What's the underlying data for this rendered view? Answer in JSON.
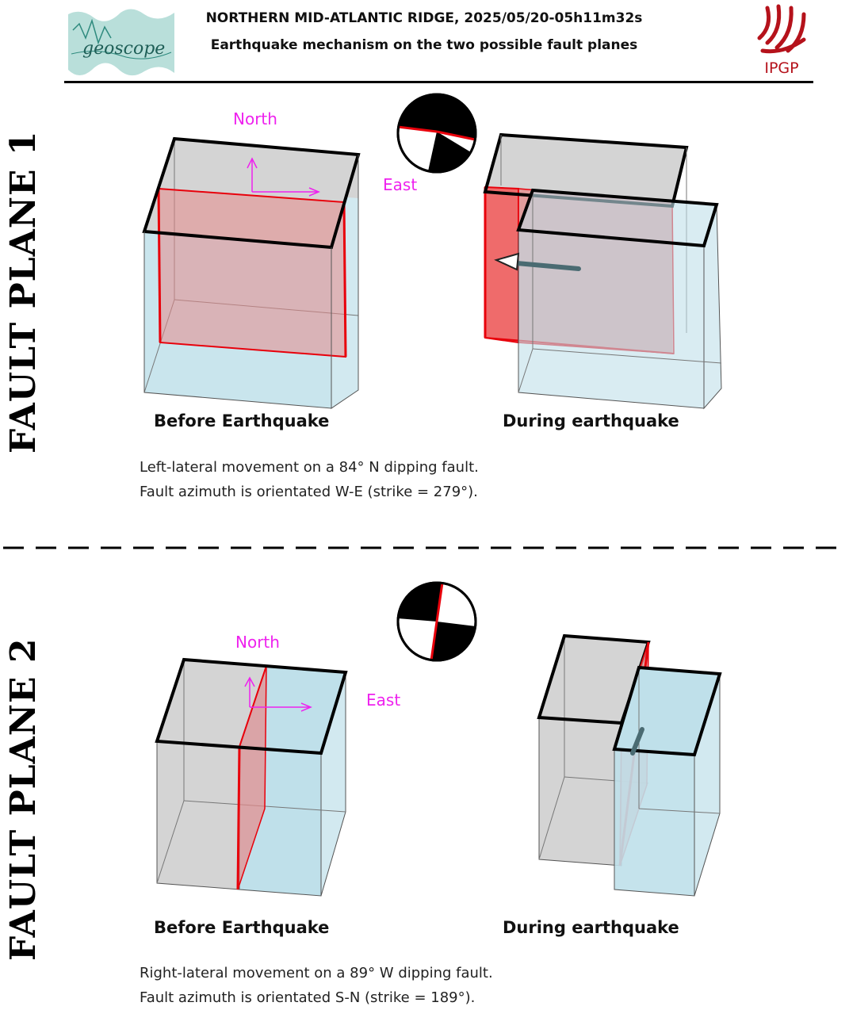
{
  "header": {
    "title_line1": "NORTHERN MID-ATLANTIC RIDGE, 2025/05/20-05h11m32s",
    "title_line2": "Earthquake mechanism on the two possible fault planes",
    "logo_left_text": "geoscope",
    "logo_right_text": "IPGP"
  },
  "colors": {
    "fault_red": "#e8000b",
    "fault_fill": "#e58a8a",
    "block_blue": "#bfe0ea",
    "block_grey": "#d4d4d4",
    "arrow_magenta": "#ee22ee",
    "geoscope_teal": "#4aa69a",
    "ipgp_red": "#b5121b"
  },
  "panels": [
    {
      "side_label": "FAULT PLANE 1",
      "north_label": "North",
      "east_label": "East",
      "before_label": "Before Earthquake",
      "during_label": "During earthquake",
      "description_line1": "Left-lateral movement on a 84° N dipping fault.",
      "description_line2": "Fault azimuth is orientated W-E (strike = 279°)."
    },
    {
      "side_label": "FAULT PLANE 2",
      "north_label": "North",
      "east_label": "East",
      "before_label": "Before Earthquake",
      "during_label": "During earthquake",
      "description_line1": "Right-lateral movement on a 89° W dipping fault.",
      "description_line2": "Fault azimuth is orientated S-N (strike = 189°)."
    }
  ]
}
